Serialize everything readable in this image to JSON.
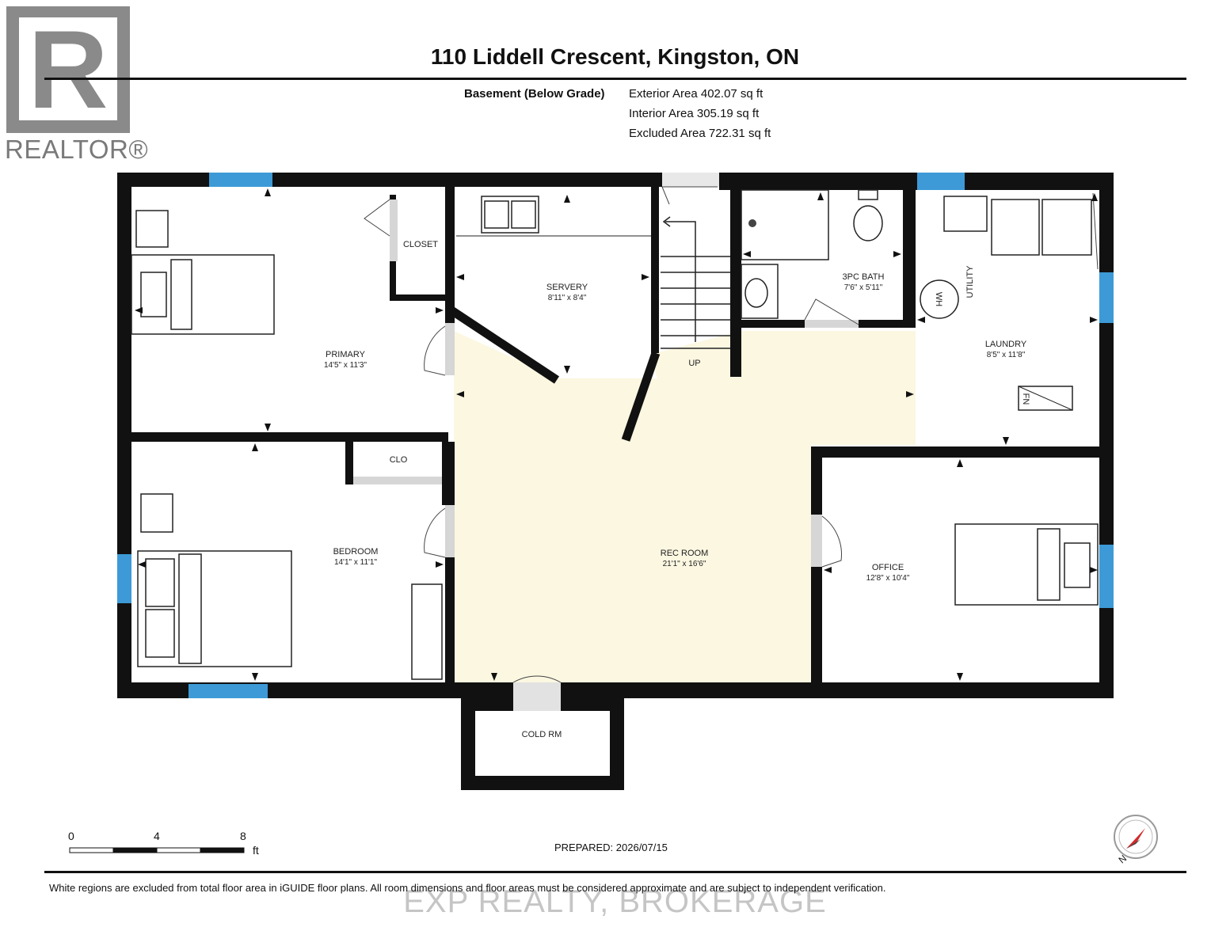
{
  "header": {
    "title": "110 Liddell Crescent, Kingston, ON",
    "level_label": "Basement (Below Grade)",
    "exterior_area": "Exterior Area 402.07 sq ft",
    "interior_area": "Interior Area 305.19 sq ft",
    "excluded_area": "Excluded Area 722.31 sq ft"
  },
  "logo": {
    "letter": "R",
    "wordmark": "REALTOR®"
  },
  "rooms": {
    "primary": {
      "name": "PRIMARY",
      "dims": "14'5\" x 11'3\""
    },
    "closet": {
      "name": "CLOSET"
    },
    "servery": {
      "name": "SERVERY",
      "dims": "8'11\" x 8'4\""
    },
    "stairs": {
      "name": "UP"
    },
    "bath": {
      "name": "3PC BATH",
      "dims": "7'6\" x 5'11\""
    },
    "utility": {
      "name": "UTILITY"
    },
    "laundry": {
      "name": "LAUNDRY",
      "dims": "8'5\" x 11'8\""
    },
    "bedroom": {
      "name": "BEDROOM",
      "dims": "14'1\" x 11'1\""
    },
    "clo": {
      "name": "CLO"
    },
    "rec_room": {
      "name": "REC ROOM",
      "dims": "21'1\" x 16'6\""
    },
    "office": {
      "name": "OFFICE",
      "dims": "12'8\" x 10'4\""
    },
    "cold_room": {
      "name": "COLD RM"
    }
  },
  "fixtures": {
    "water_heater": "WH",
    "furnace": "FN"
  },
  "scale": {
    "labels": [
      "0",
      "4",
      "8"
    ],
    "unit": "ft"
  },
  "compass": {
    "north": "N"
  },
  "footer": {
    "prepared": "PREPARED: 2026/07/15",
    "note": "White regions are excluded from total floor area in iGUIDE floor plans. All room dimensions and floor areas must be considered approximate and are subject to independent verification.",
    "brokerage": "EXP REALTY, BROKERAGE"
  },
  "colors": {
    "wall": "#111111",
    "window": "#3d9ad6",
    "included_floor": "#fbf7e1"
  }
}
